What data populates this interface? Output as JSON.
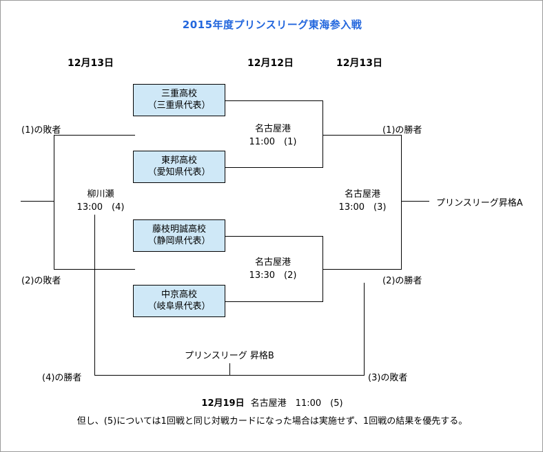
{
  "page": {
    "title": "2015年度プリンスリーグ東海参入戦",
    "title_color": "#2266dd",
    "box_fill_color": "#cfe8f7",
    "box_border_color": "#000000",
    "background_color": "#ffffff"
  },
  "date_headers": [
    {
      "label": "12月13日"
    },
    {
      "label": "12月12日"
    },
    {
      "label": "12月13日"
    }
  ],
  "teams": [
    {
      "name": "三重高校",
      "pref": "（三重県代表）"
    },
    {
      "name": "東邦高校",
      "pref": "（愛知県代表）"
    },
    {
      "name": "藤枝明誠高校",
      "pref": "（静岡県代表）"
    },
    {
      "name": "中京高校",
      "pref": "（岐阜県代表）"
    }
  ],
  "matches": [
    {
      "venue": "名古屋港",
      "time": "11:00　(1)"
    },
    {
      "venue": "名古屋港",
      "time": "13:30　(2)"
    },
    {
      "venue": "名古屋港",
      "time": "13:00　(3)"
    },
    {
      "venue": "柳川瀬",
      "time": "13:00　(4)"
    }
  ],
  "labels": {
    "loser1": "(1)の敗者",
    "loser2": "(2)の敗者",
    "winner1": "(1)の勝者",
    "winner2": "(2)の勝者",
    "winner4": "(4)の勝者",
    "loser3": "(3)の敗者",
    "promote_a": "プリンスリーグ昇格A",
    "promote_b": "プリンスリーグ 昇格B"
  },
  "footer": {
    "final_date": "12月19日",
    "final_detail": "名古屋港　11:00　(5)",
    "note": "但し、(5)については1回戦と同じ対戦カードになった場合は実施せず、1回戦の結果を優先する。"
  }
}
